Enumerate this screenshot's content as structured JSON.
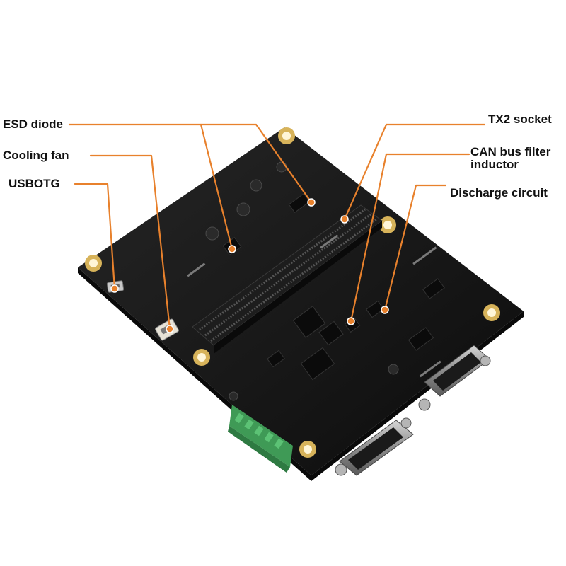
{
  "colors": {
    "leader": "#E8812C",
    "board": "#141414",
    "connector_body": "#1d1d1d",
    "dsub_metal": "#9a9a9a",
    "terminal": "#4caa62",
    "mount_hole": "#d7b35a"
  },
  "labels": {
    "esd_diode": "ESD diode",
    "cooling_fan": "Cooling fan",
    "usbotg": "USBOTG",
    "tx2_socket": "TX2 socket",
    "can_bus_line1": "CAN bus filter",
    "can_bus_line2": "inductor",
    "discharge_circuit": "Discharge circuit"
  }
}
